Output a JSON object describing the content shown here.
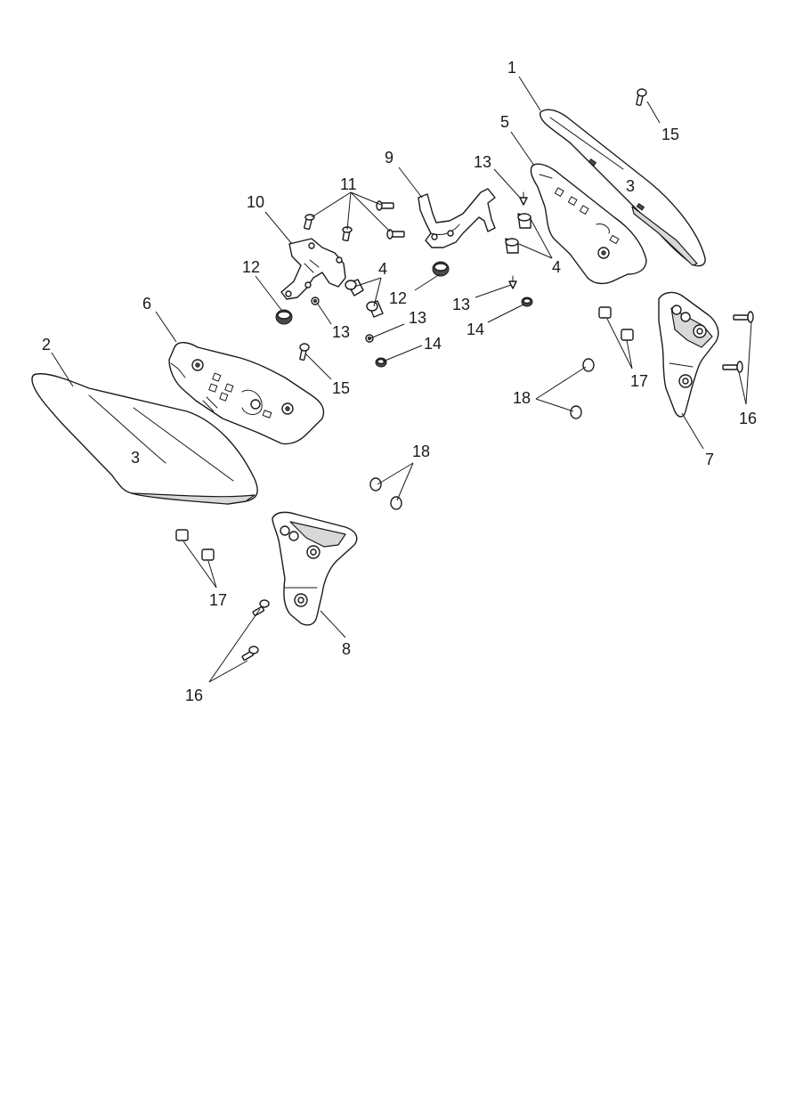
{
  "callouts": {
    "c1": "1",
    "c2": "2",
    "c3a": "3",
    "c3b": "3",
    "c4a": "4",
    "c4b": "4",
    "c5": "5",
    "c6": "6",
    "c7": "7",
    "c8": "8",
    "c9": "9",
    "c10": "10",
    "c11": "11",
    "c12a": "12",
    "c12b": "12",
    "c13a": "13",
    "c13b": "13",
    "c13c": "13",
    "c13d": "13",
    "c14a": "14",
    "c14b": "14",
    "c15a": "15",
    "c15b": "15",
    "c16a": "16",
    "c16b": "16",
    "c17a": "17",
    "c17b": "17",
    "c18a": "18",
    "c18b": "18"
  },
  "colors": {
    "line": "#1a1a1a",
    "fill": "#ffffff",
    "shade": "#d8d8d8"
  }
}
